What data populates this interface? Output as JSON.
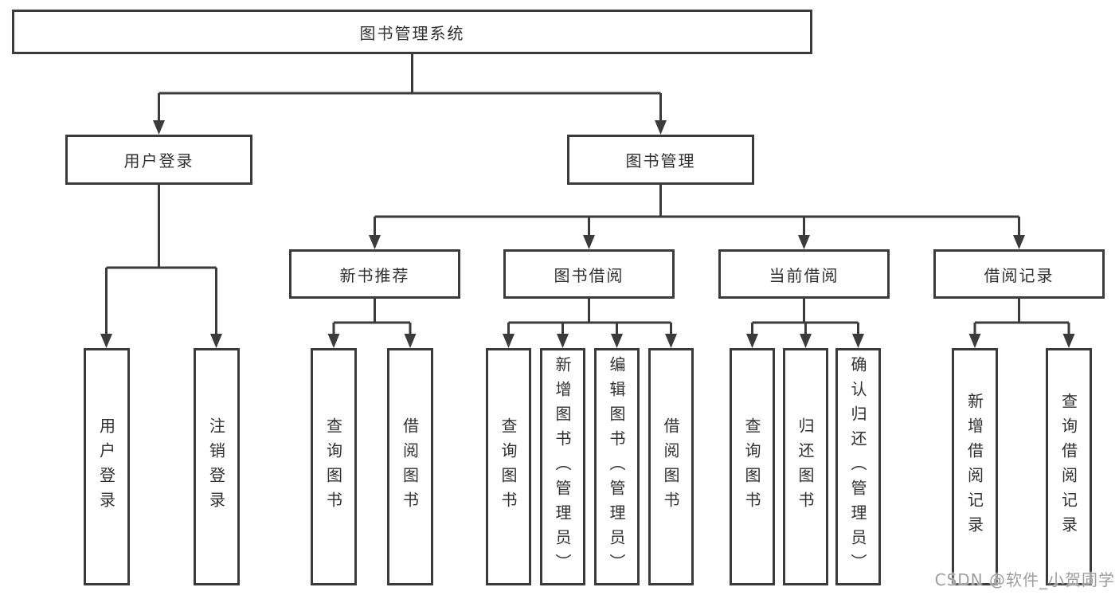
{
  "diagram": {
    "root": {
      "label": "图书管理系统"
    },
    "branches": [
      {
        "label": "用户登录",
        "children": [
          {
            "label": "用户登录"
          },
          {
            "label": "注销登录"
          }
        ]
      },
      {
        "label": "图书管理",
        "children": [
          {
            "label": "新书推荐",
            "children": [
              {
                "label": "查询图书"
              },
              {
                "label": "借阅图书"
              }
            ]
          },
          {
            "label": "图书借阅",
            "children": [
              {
                "label": "查询图书"
              },
              {
                "label": "新增图书（管理员）"
              },
              {
                "label": "编辑图书（管理员）"
              },
              {
                "label": "借阅图书"
              }
            ]
          },
          {
            "label": "当前借阅",
            "children": [
              {
                "label": "查询图书"
              },
              {
                "label": "归还图书"
              },
              {
                "label": "确认归还（管理员）"
              }
            ]
          },
          {
            "label": "借阅记录",
            "children": [
              {
                "label": "新增借阅记录"
              },
              {
                "label": "查询借阅记录"
              }
            ]
          }
        ]
      }
    ]
  },
  "watermark": {
    "text": "CSDN @软件_小贺同学"
  },
  "colors": {
    "line": "#3b3b3b",
    "text": "#303030",
    "watermark": "#9e9e9e",
    "background": "#ffffff"
  }
}
